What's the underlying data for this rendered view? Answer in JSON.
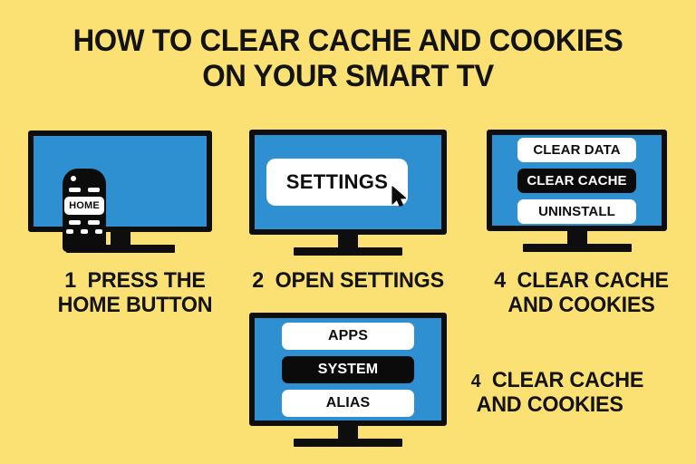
{
  "theme": {
    "background": "#FBE073",
    "screen_blue": "#2F90D1",
    "ink": "#131313",
    "panel_light": "#FFFFFF",
    "panel_dark": "#0B0B0B"
  },
  "title": {
    "line1": "HOW TO CLEAR CACHE AND COOKIES",
    "line2": "ON YOUR SMART TV"
  },
  "steps": [
    {
      "number": "1",
      "caption_line1": "PRESS THE",
      "caption_line2": "HOME BUTTON",
      "remote": {
        "home_label": "HOME"
      }
    },
    {
      "number": "2",
      "caption_line1": "OPEN SETTINGS",
      "caption_line2": "",
      "screen": {
        "button_label": "SETTINGS",
        "cursor_icon": "mouse-pointer-icon"
      }
    },
    {
      "number": "4",
      "caption_line1": "CLEAR CACHE",
      "caption_line2": "AND COOKIES",
      "menu": [
        {
          "label": "CLEAR DATA",
          "state": "normal"
        },
        {
          "label": "CLEAR CACHE",
          "state": "selected"
        },
        {
          "label": "UNINSTALL",
          "state": "normal"
        }
      ]
    },
    {
      "number": "4",
      "caption_line1": "CLEAR CACHE",
      "caption_line2": "AND COOKIES",
      "menu": [
        {
          "label": "APPS",
          "state": "normal"
        },
        {
          "label": "SYSTEM",
          "state": "selected"
        },
        {
          "label": "ALIAS",
          "state": "normal"
        }
      ]
    }
  ]
}
